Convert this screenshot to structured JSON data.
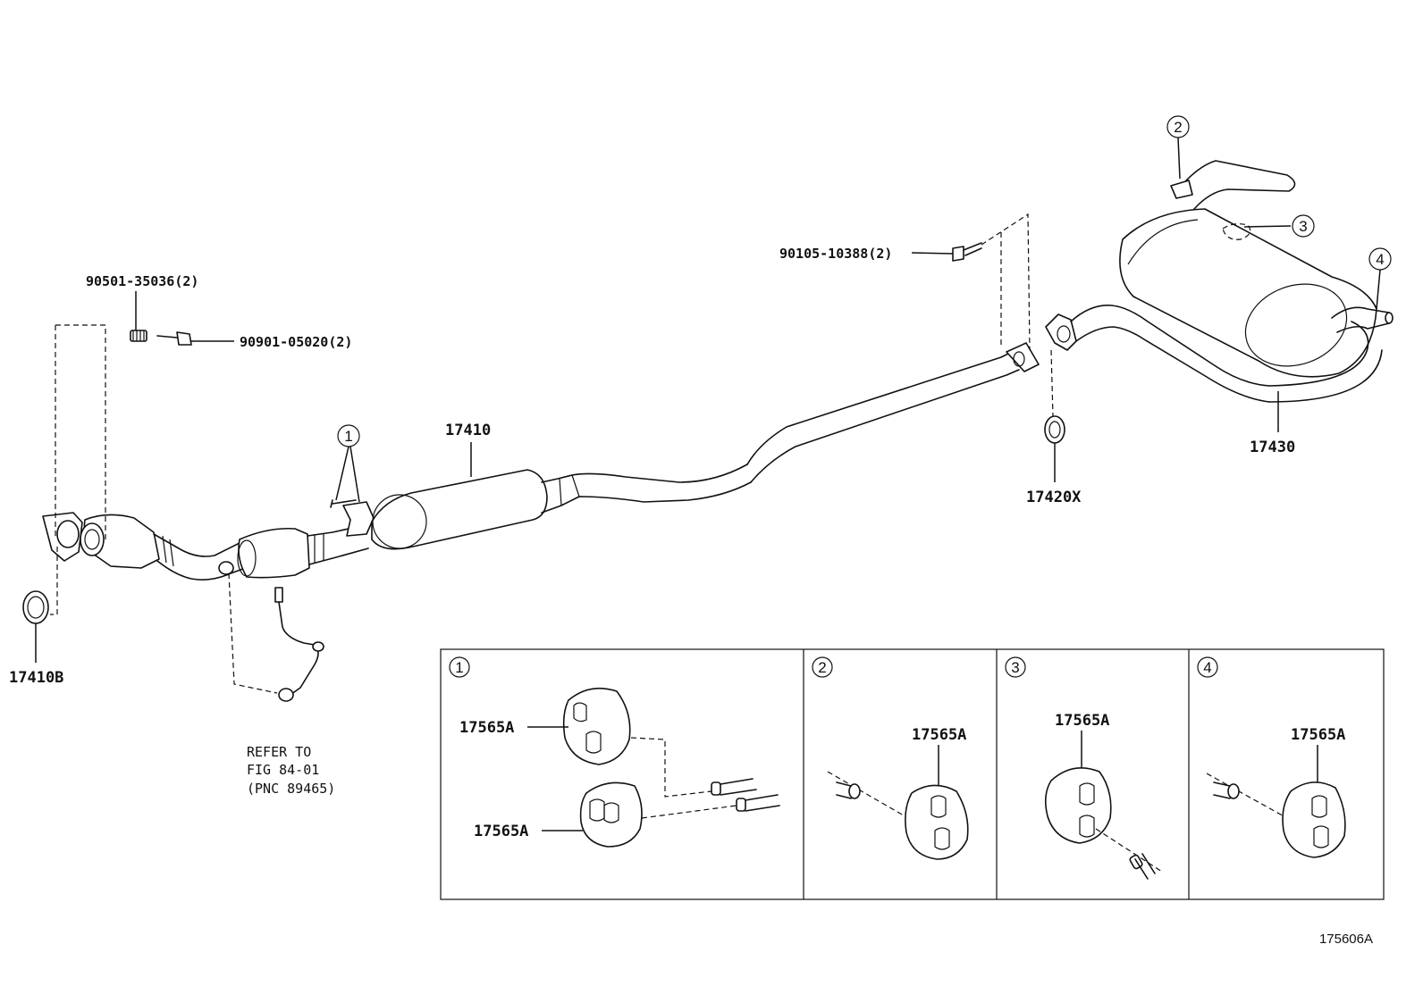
{
  "diagram": {
    "parts": {
      "gasket_front": "17410B",
      "pipe_assy_front": "17410",
      "gasket_tail": "17420X",
      "pipe_assy_tail": "17430",
      "bolt_tail": "90105-10388(2)",
      "stud_front": "90501-35036(2)",
      "nut_front": "90901-05020(2)"
    },
    "reference": {
      "line1": "REFER TO",
      "line2": "FIG 84-01",
      "line3": "(PNC 89465)"
    },
    "callouts": [
      "1",
      "2",
      "3",
      "4"
    ],
    "detail_panels": [
      {
        "number": "1",
        "labels": [
          "17565A",
          "17565A"
        ]
      },
      {
        "number": "2",
        "labels": [
          "17565A"
        ]
      },
      {
        "number": "3",
        "labels": [
          "17565A"
        ]
      },
      {
        "number": "4",
        "labels": [
          "17565A"
        ]
      }
    ],
    "figure_id": "175606A"
  }
}
